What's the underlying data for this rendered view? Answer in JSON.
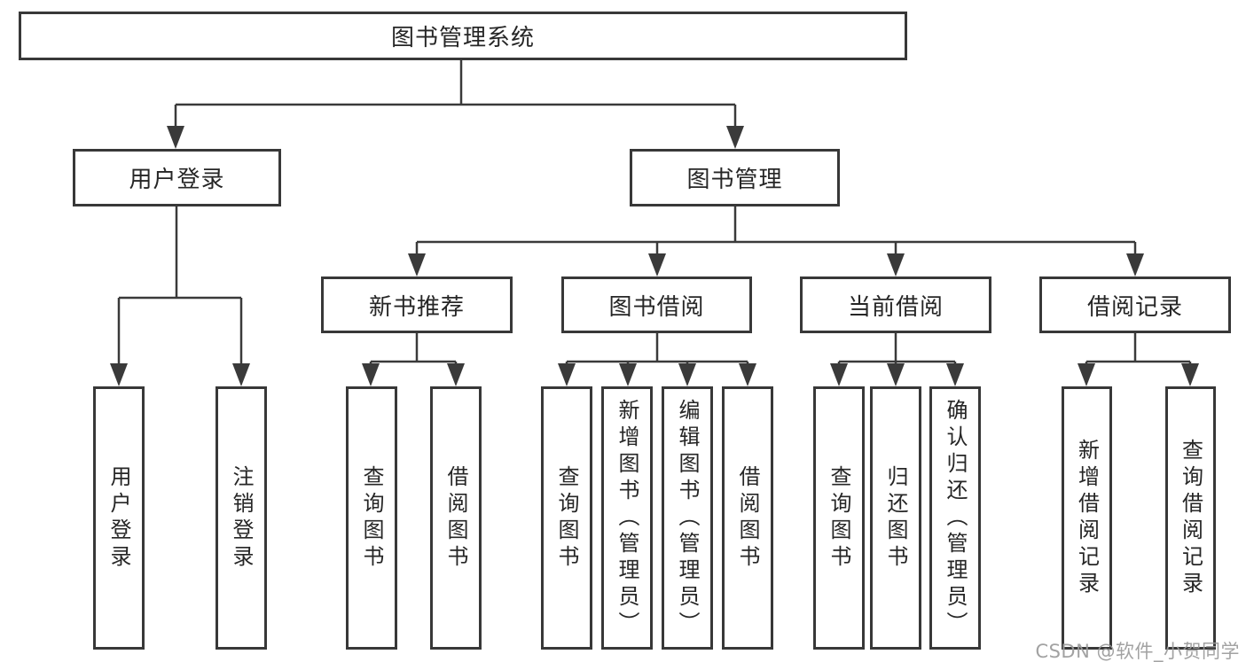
{
  "diagram": {
    "type": "hierarchy-tree",
    "tree": {
      "label": "图书管理系统",
      "children": [
        {
          "label": "用户登录",
          "children": [
            {
              "label": "用户登录"
            },
            {
              "label": "注销登录"
            }
          ]
        },
        {
          "label": "图书管理",
          "children": [
            {
              "label": "新书推荐",
              "children": [
                {
                  "label": "查询图书"
                },
                {
                  "label": "借阅图书"
                }
              ]
            },
            {
              "label": "图书借阅",
              "children": [
                {
                  "label": "查询图书"
                },
                {
                  "label": "新增图书（管理员）"
                },
                {
                  "label": "编辑图书（管理员）"
                },
                {
                  "label": "借阅图书"
                }
              ]
            },
            {
              "label": "当前借阅",
              "children": [
                {
                  "label": "查询图书"
                },
                {
                  "label": "归还图书"
                },
                {
                  "label": "确认归还（管理员）"
                }
              ]
            },
            {
              "label": "借阅记录",
              "children": [
                {
                  "label": "新增借阅记录"
                },
                {
                  "label": "查询借阅记录"
                }
              ]
            }
          ]
        }
      ]
    },
    "colors": {
      "line": "#3a3a3a",
      "border": "#383838",
      "text": "#262626",
      "background": "#ffffff",
      "watermark": "#9b9b9b"
    }
  },
  "watermark": {
    "text": "CSDN @软件_小贺同学"
  }
}
